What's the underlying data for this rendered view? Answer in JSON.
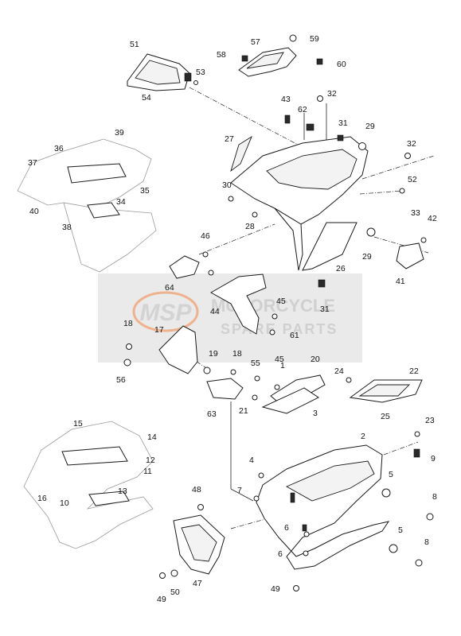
{
  "labels": [
    "1",
    "2",
    "3",
    "4",
    "5",
    "5",
    "6",
    "6",
    "7",
    "8",
    "8",
    "9",
    "10",
    "11",
    "12",
    "13",
    "14",
    "15",
    "16",
    "17",
    "18",
    "18",
    "19",
    "20",
    "21",
    "22",
    "23",
    "24",
    "25",
    "26",
    "27",
    "28",
    "29",
    "29",
    "30",
    "31",
    "31",
    "32",
    "32",
    "33",
    "34",
    "35",
    "36",
    "37",
    "38",
    "39",
    "40",
    "41",
    "42",
    "43",
    "44",
    "45",
    "45",
    "46",
    "47",
    "48",
    "49",
    "49",
    "50",
    "51",
    "52",
    "53",
    "54",
    "55",
    "56",
    "57",
    "58",
    "59",
    "60",
    "61",
    "62",
    "63",
    "64"
  ],
  "watermark": {
    "logo": "MSP",
    "line1": "MOTORCYCLE",
    "line2": "SPARE PARTS"
  }
}
